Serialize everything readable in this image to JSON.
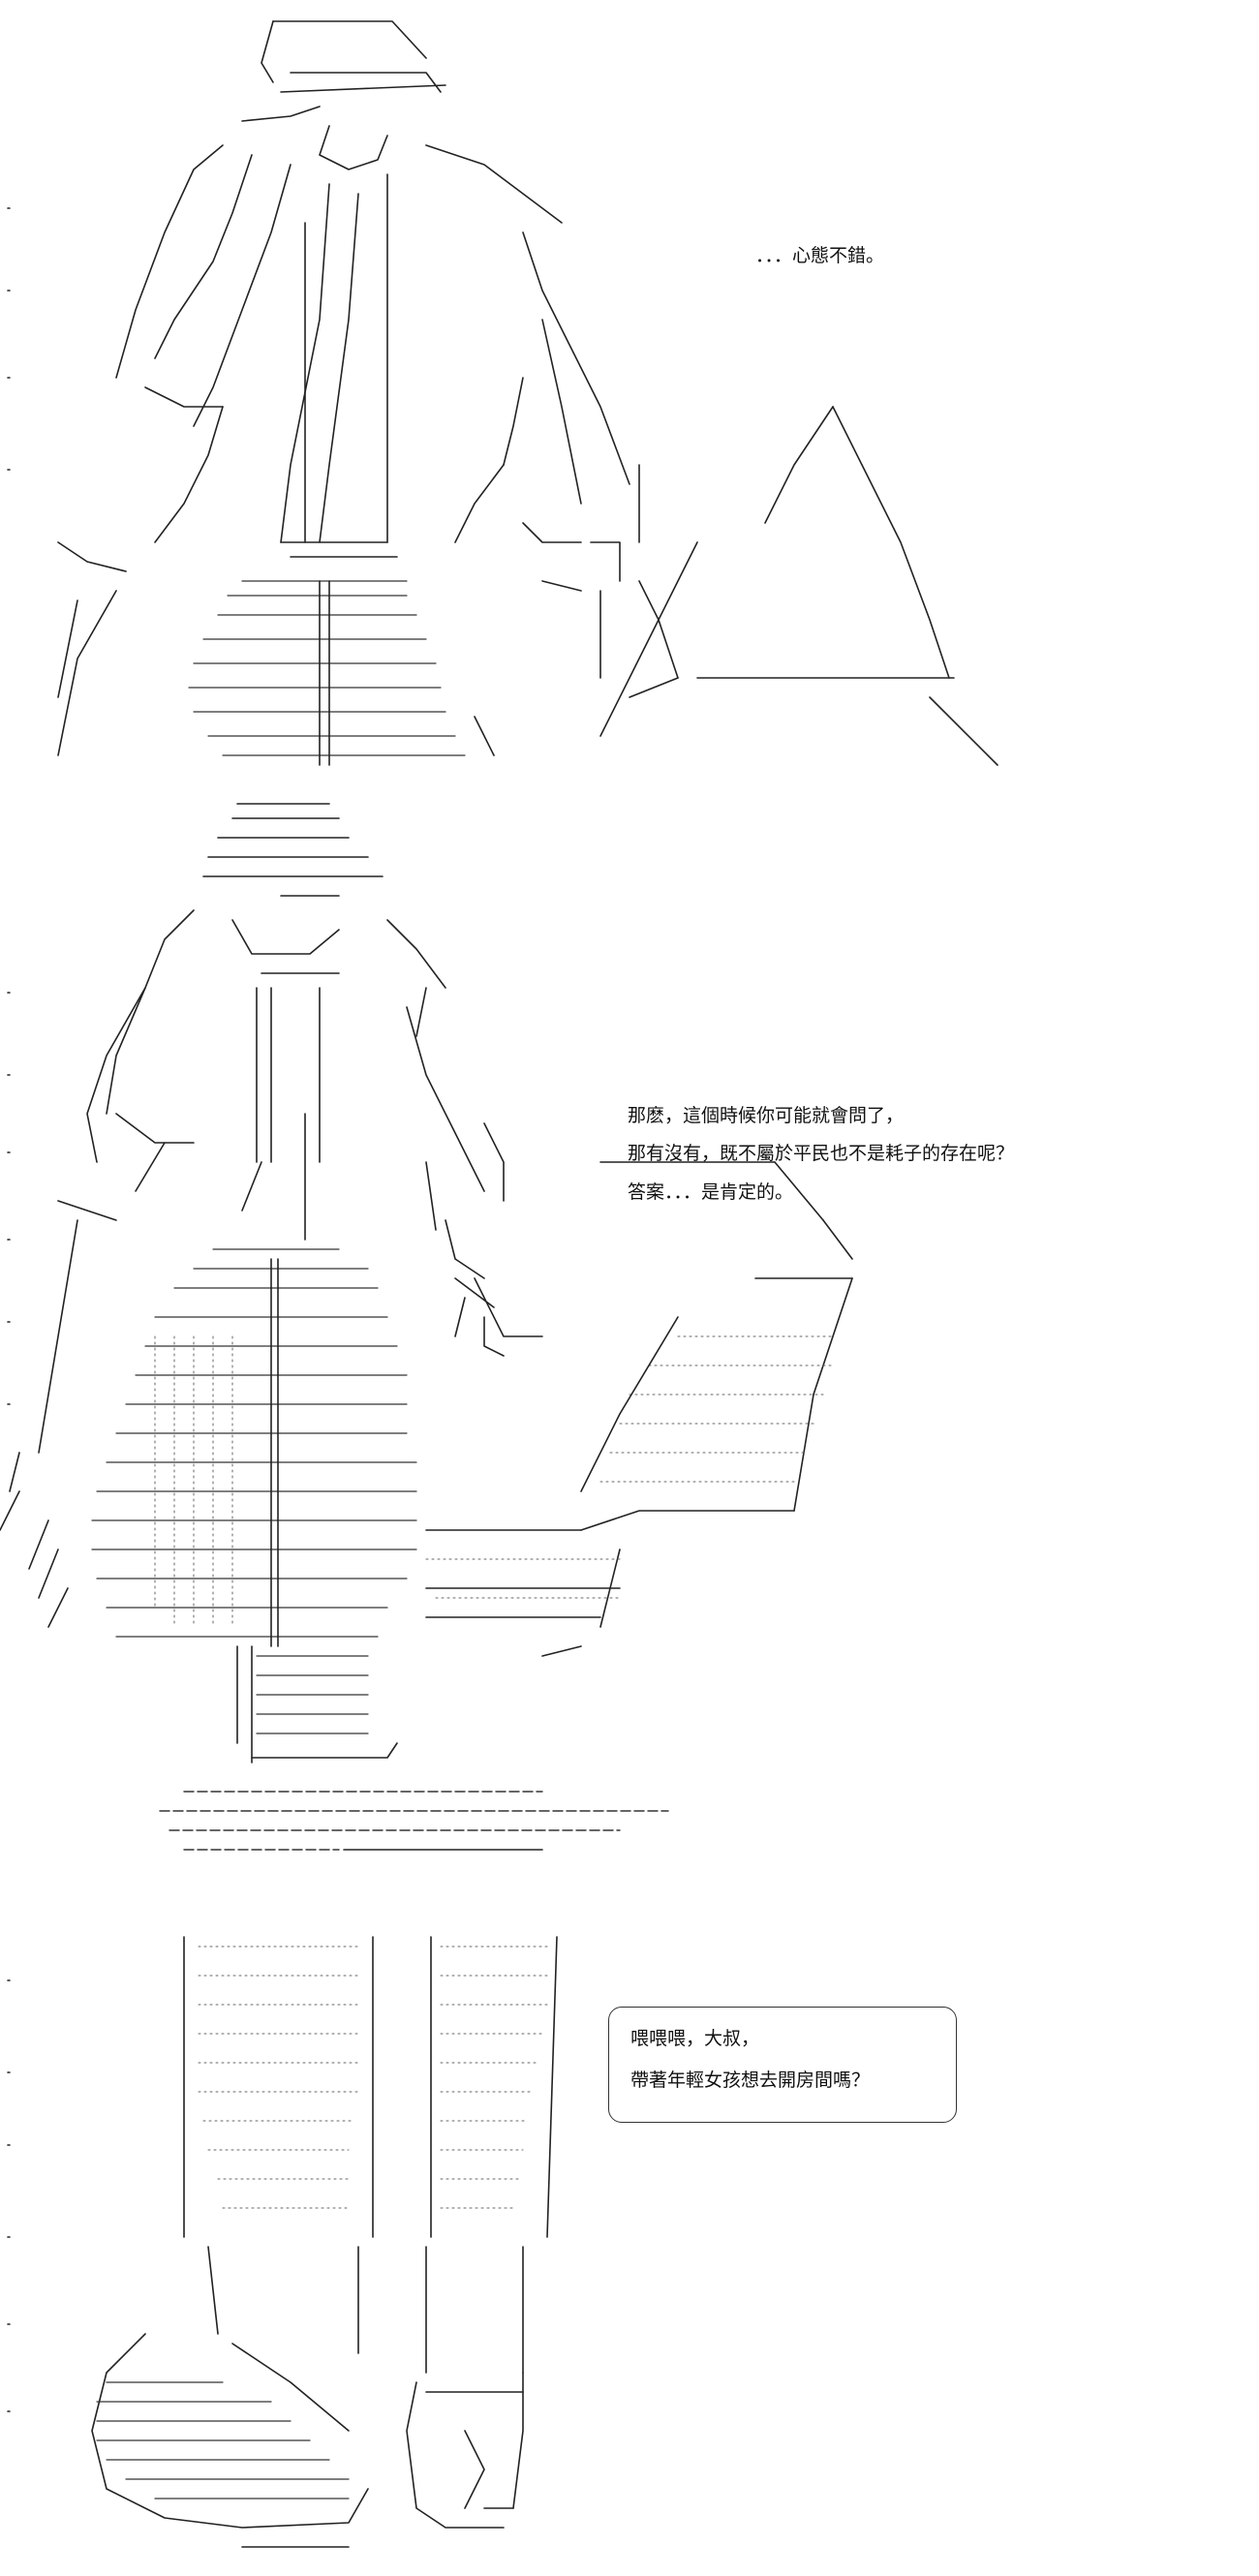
{
  "panels": [
    {
      "id": "panel-1",
      "lines": [
        "．．．心態不錯。"
      ]
    },
    {
      "id": "panel-2",
      "lines": [
        "那麽，這個時候你可能就會問了，",
        "那有沒有，既不屬於平民也不是耗子的存在呢？",
        "答案．．．是肯定的。"
      ]
    },
    {
      "id": "panel-3",
      "lines": [
        "喂喂喂，大叔，",
        "帶著年輕女孩想去開房間嗎？"
      ]
    }
  ]
}
